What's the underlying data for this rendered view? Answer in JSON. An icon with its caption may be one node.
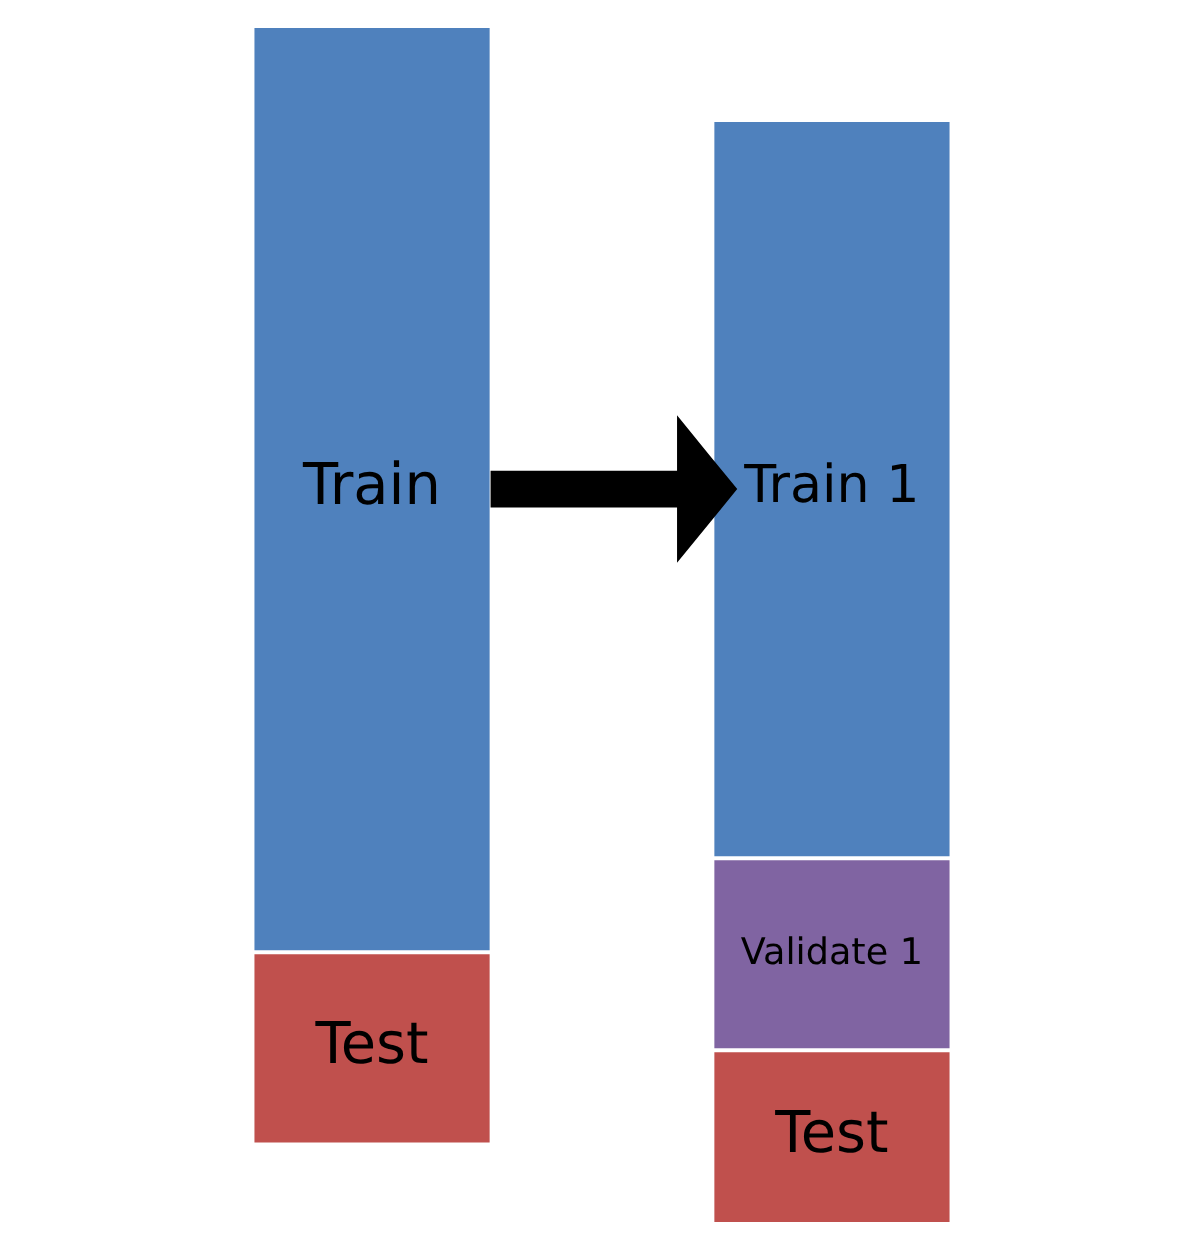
{
  "diagram": {
    "nodes": [
      {
        "text": [
          "Train"
        ]
      },
      {
        "text": [
          "Test"
        ]
      },
      {
        "text": [
          "Train 1"
        ]
      },
      {
        "text": [
          "Validate 1"
        ]
      },
      {
        "text": [
          "Test"
        ]
      }
    ],
    "edges": [
      {
        "from": 0,
        "to": 2,
        "arrow": "to"
      }
    ]
  }
}
